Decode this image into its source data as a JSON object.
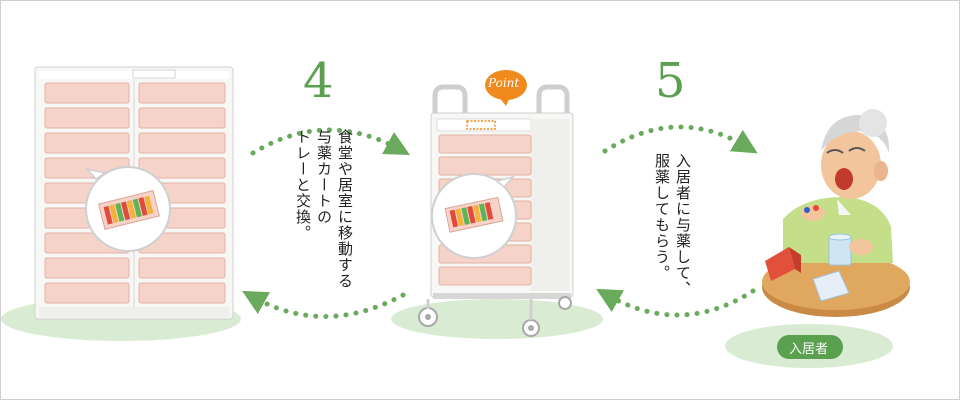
{
  "steps": [
    {
      "number": "4",
      "text": [
        "食堂や居室に移動する",
        "与薬カートの",
        "トレーと交換。"
      ]
    },
    {
      "number": "5",
      "text": [
        "入居者に与薬して、",
        "服薬してもらう。"
      ]
    }
  ],
  "point_label": "Point",
  "resident_label": "入居者",
  "colors": {
    "accent_green": "#5aa04f",
    "arrow_green": "#6aaa5c",
    "ground_green": "#d9ecd3",
    "tray_pink": "#f6d3c9",
    "point_orange": "#f08a1c"
  }
}
